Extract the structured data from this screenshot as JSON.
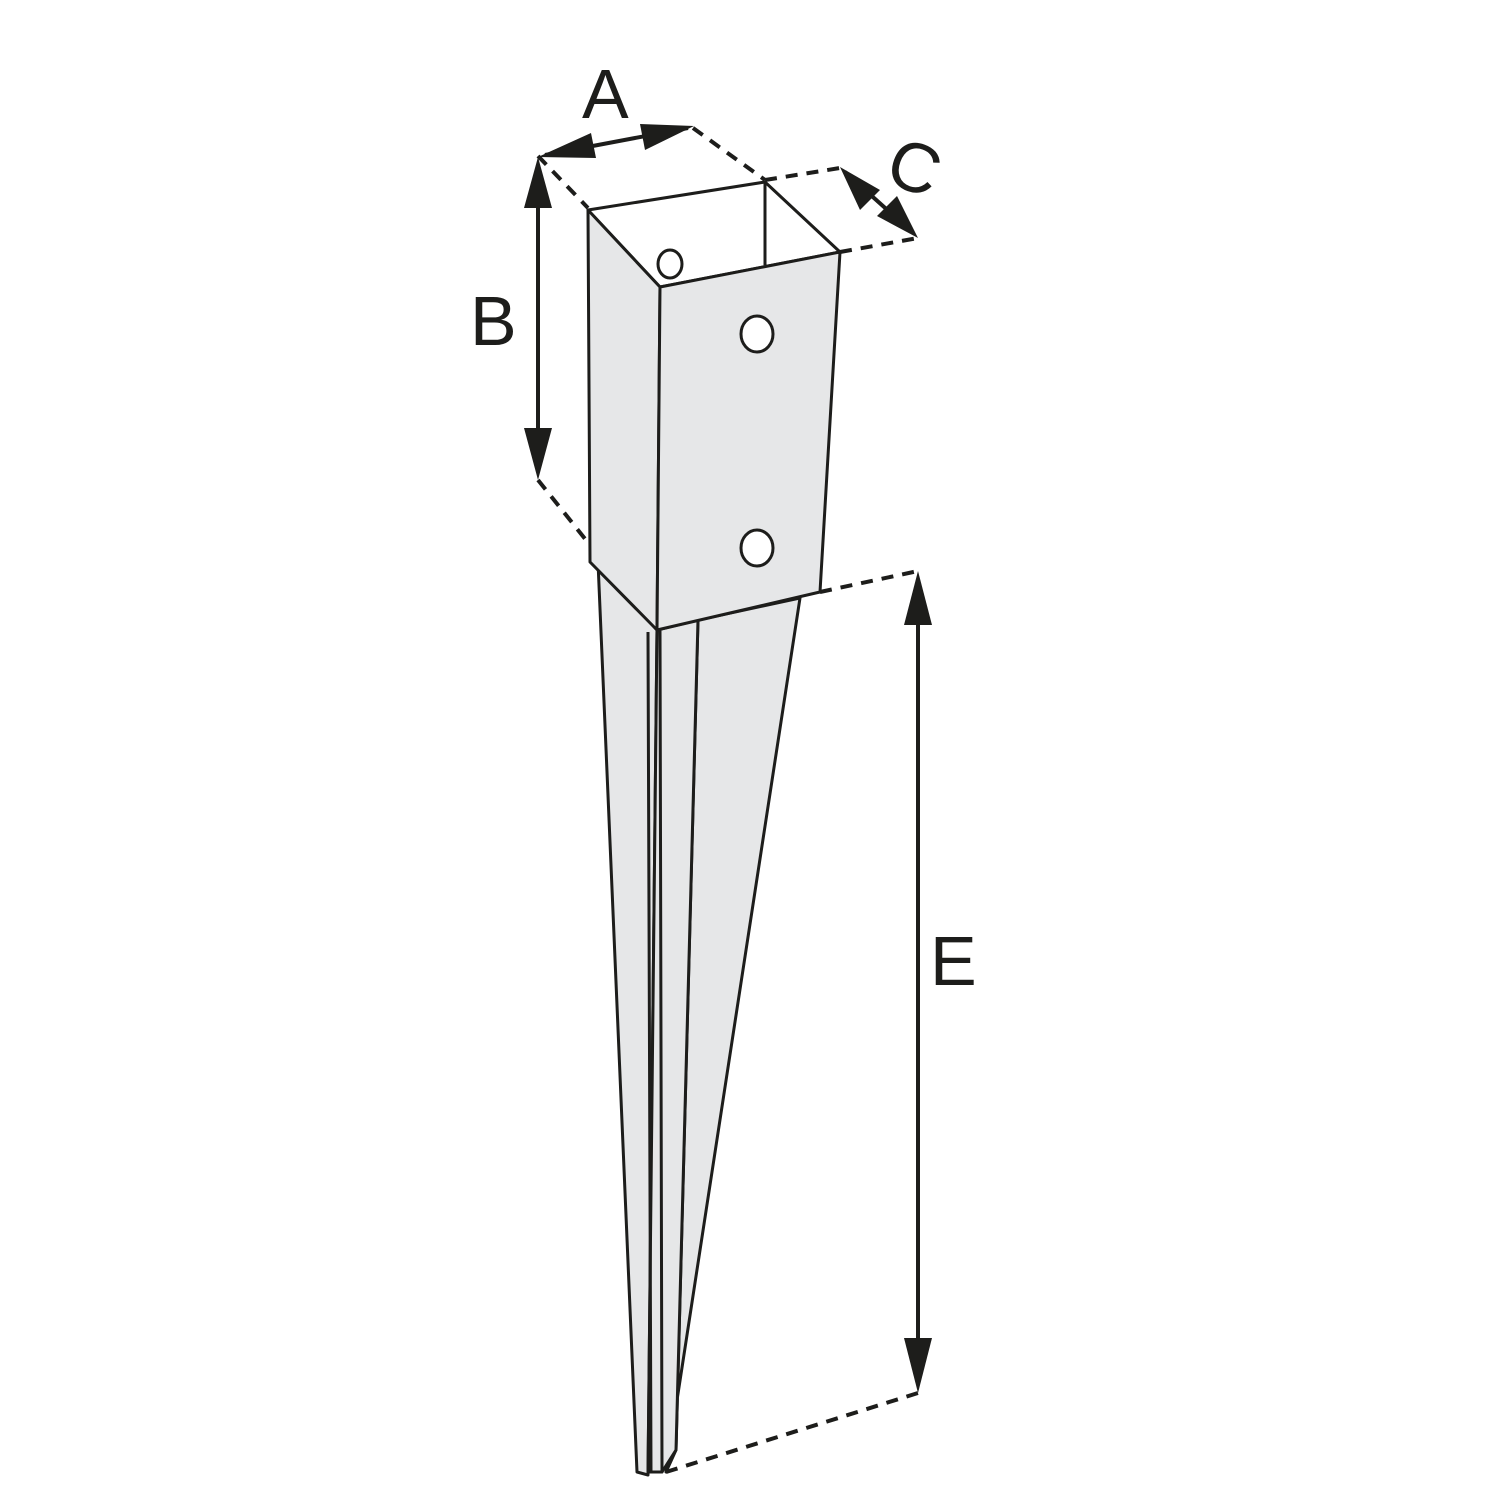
{
  "dimensions": {
    "a": "A",
    "b": "B",
    "c": "C",
    "e": "E"
  },
  "colors": {
    "metal_face": "#e6e7e8",
    "line": "#1d1d1b"
  }
}
